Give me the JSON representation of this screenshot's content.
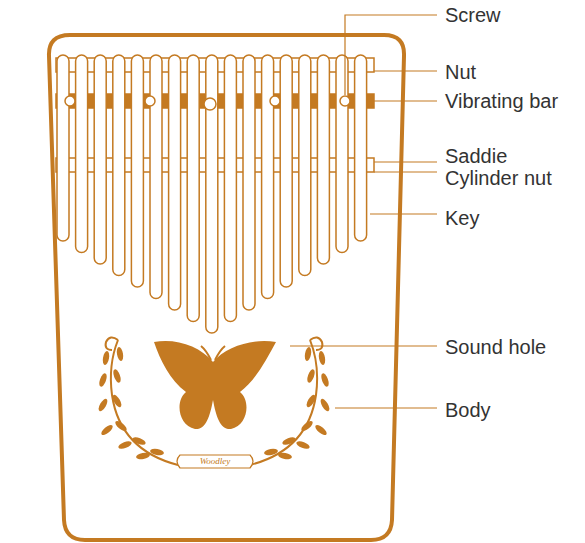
{
  "diagram": {
    "labels": [
      "Screw",
      "Nut",
      "Vibrating bar",
      "Saddie",
      "Cylinder nut",
      "Key",
      "Sound hole",
      "Body",
      "Woodley"
    ]
  }
}
